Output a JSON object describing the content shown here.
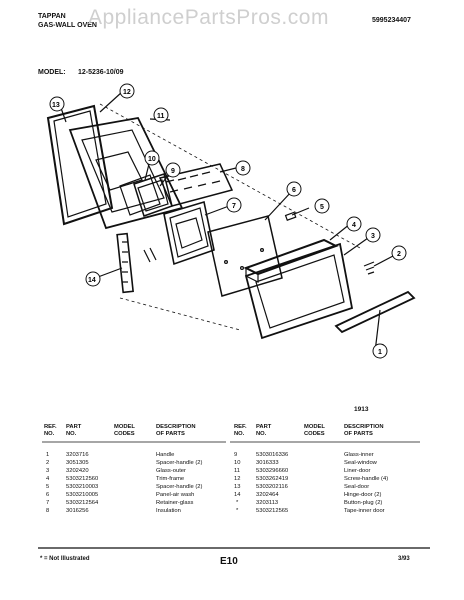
{
  "header": {
    "brand_line1": "TAPPAN",
    "brand_line2": "GAS-WALL OVEN",
    "watermark": "AppliancePartsPros.com",
    "doc_number": "5995234407",
    "model_label": "MODEL:",
    "model_value": "12-5236-10/09"
  },
  "diagram": {
    "figure_number": "1913",
    "callouts": [
      "1",
      "2",
      "3",
      "4",
      "5",
      "6",
      "7",
      "8",
      "9",
      "10",
      "11",
      "12",
      "13",
      "14"
    ]
  },
  "table": {
    "headers": {
      "ref_no_1": "REF.",
      "ref_no_2": "NO.",
      "part_no_1": "PART",
      "part_no_2": "NO.",
      "model_codes_1": "MODEL",
      "model_codes_2": "CODES",
      "desc_1": "DESCRIPTION",
      "desc_2": "OF PARTS"
    },
    "left_rows": [
      {
        "ref": "1",
        "part": "3203716",
        "desc": "Handle"
      },
      {
        "ref": "2",
        "part": "3051305",
        "desc": "Spacer-handle  (2)"
      },
      {
        "ref": "3",
        "part": "3202420",
        "desc": "Glass-outer"
      },
      {
        "ref": "4",
        "part": "5303212560",
        "desc": "Trim-frame"
      },
      {
        "ref": "5",
        "part": "5303210003",
        "desc": "Spacer-handle  (2)"
      },
      {
        "ref": "6",
        "part": "5303210005",
        "desc": "Panel-air wash"
      },
      {
        "ref": "7",
        "part": "5303212564",
        "desc": "Retainer-glass"
      },
      {
        "ref": "8",
        "part": "3016256",
        "desc": "Insulation"
      }
    ],
    "right_rows": [
      {
        "ref": "9",
        "part": "5303016336",
        "desc": "Glass-inner"
      },
      {
        "ref": "10",
        "part": "3016333",
        "desc": "Seal-window"
      },
      {
        "ref": "11",
        "part": "5303296660",
        "desc": "Liner-door"
      },
      {
        "ref": "12",
        "part": "5303262419",
        "desc": "Screw-handle  (4)"
      },
      {
        "ref": "13",
        "part": "5303202116",
        "desc": "Seal-door"
      },
      {
        "ref": "14",
        "part": "3202464",
        "desc": "Hinge-door  (2)"
      },
      {
        "ref": "*",
        "part": "3203113",
        "desc": "Button-plug  (2)"
      },
      {
        "ref": "*",
        "part": "5303212565",
        "desc": "Tape-inner door"
      }
    ]
  },
  "footer": {
    "note": "* = Not Illustrated",
    "page_code": "E10",
    "date": "3/93"
  }
}
